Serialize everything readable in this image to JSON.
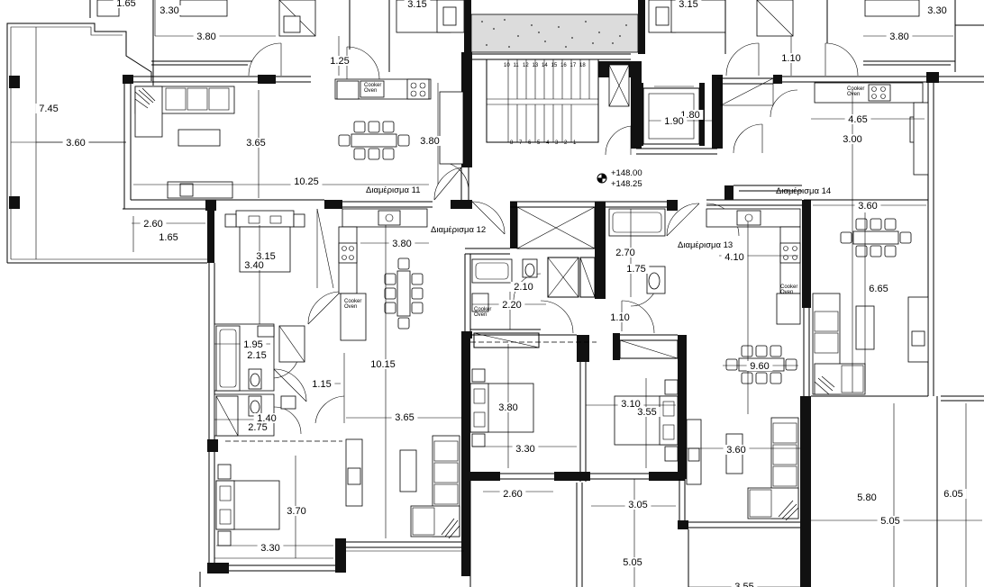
{
  "apartments": [
    {
      "name": "Διαμέρισμα 11"
    },
    {
      "name": "Διαμέρισμα 12"
    },
    {
      "name": "Διαμέρισμα 13"
    },
    {
      "name": "Διαμέρισμα 14"
    }
  ],
  "levels": [
    "+148.00",
    "+148.25"
  ],
  "stair_numbers": [
    "10",
    "11",
    "12",
    "13",
    "14",
    "15",
    "16",
    "17",
    "18"
  ],
  "stair_numbers_low": [
    "8",
    "7",
    "6",
    "5",
    "4",
    "3",
    "2",
    "1"
  ],
  "dimensions": [
    "1.65",
    "3.30",
    "3.80",
    "1.25",
    "3.15",
    "3.15",
    "1.10",
    "3.30",
    "3.80",
    "7.45",
    "3.60",
    "3.65",
    "3.80",
    "10.25",
    "1.80",
    "1.90",
    "4.65",
    "3.00",
    "2.60",
    "1.65",
    "3.15",
    "3.40",
    "3.80",
    "2.70",
    "1.75",
    "4.10",
    "3.60",
    "2.10",
    "2.20",
    "1.10",
    "6.65",
    "1.95",
    "2.15",
    "10.15",
    "9.60",
    "1.15",
    "1.40",
    "2.75",
    "3.65",
    "3.80",
    "3.10",
    "3.55",
    "3.30",
    "3.60",
    "2.60",
    "3.05",
    "5.80",
    "6.05",
    "3.70",
    "3.30",
    "5.05",
    "5.05",
    "3.55"
  ],
  "appliance_labels": {
    "oven": "Oven",
    "cooker": "Cooker"
  }
}
